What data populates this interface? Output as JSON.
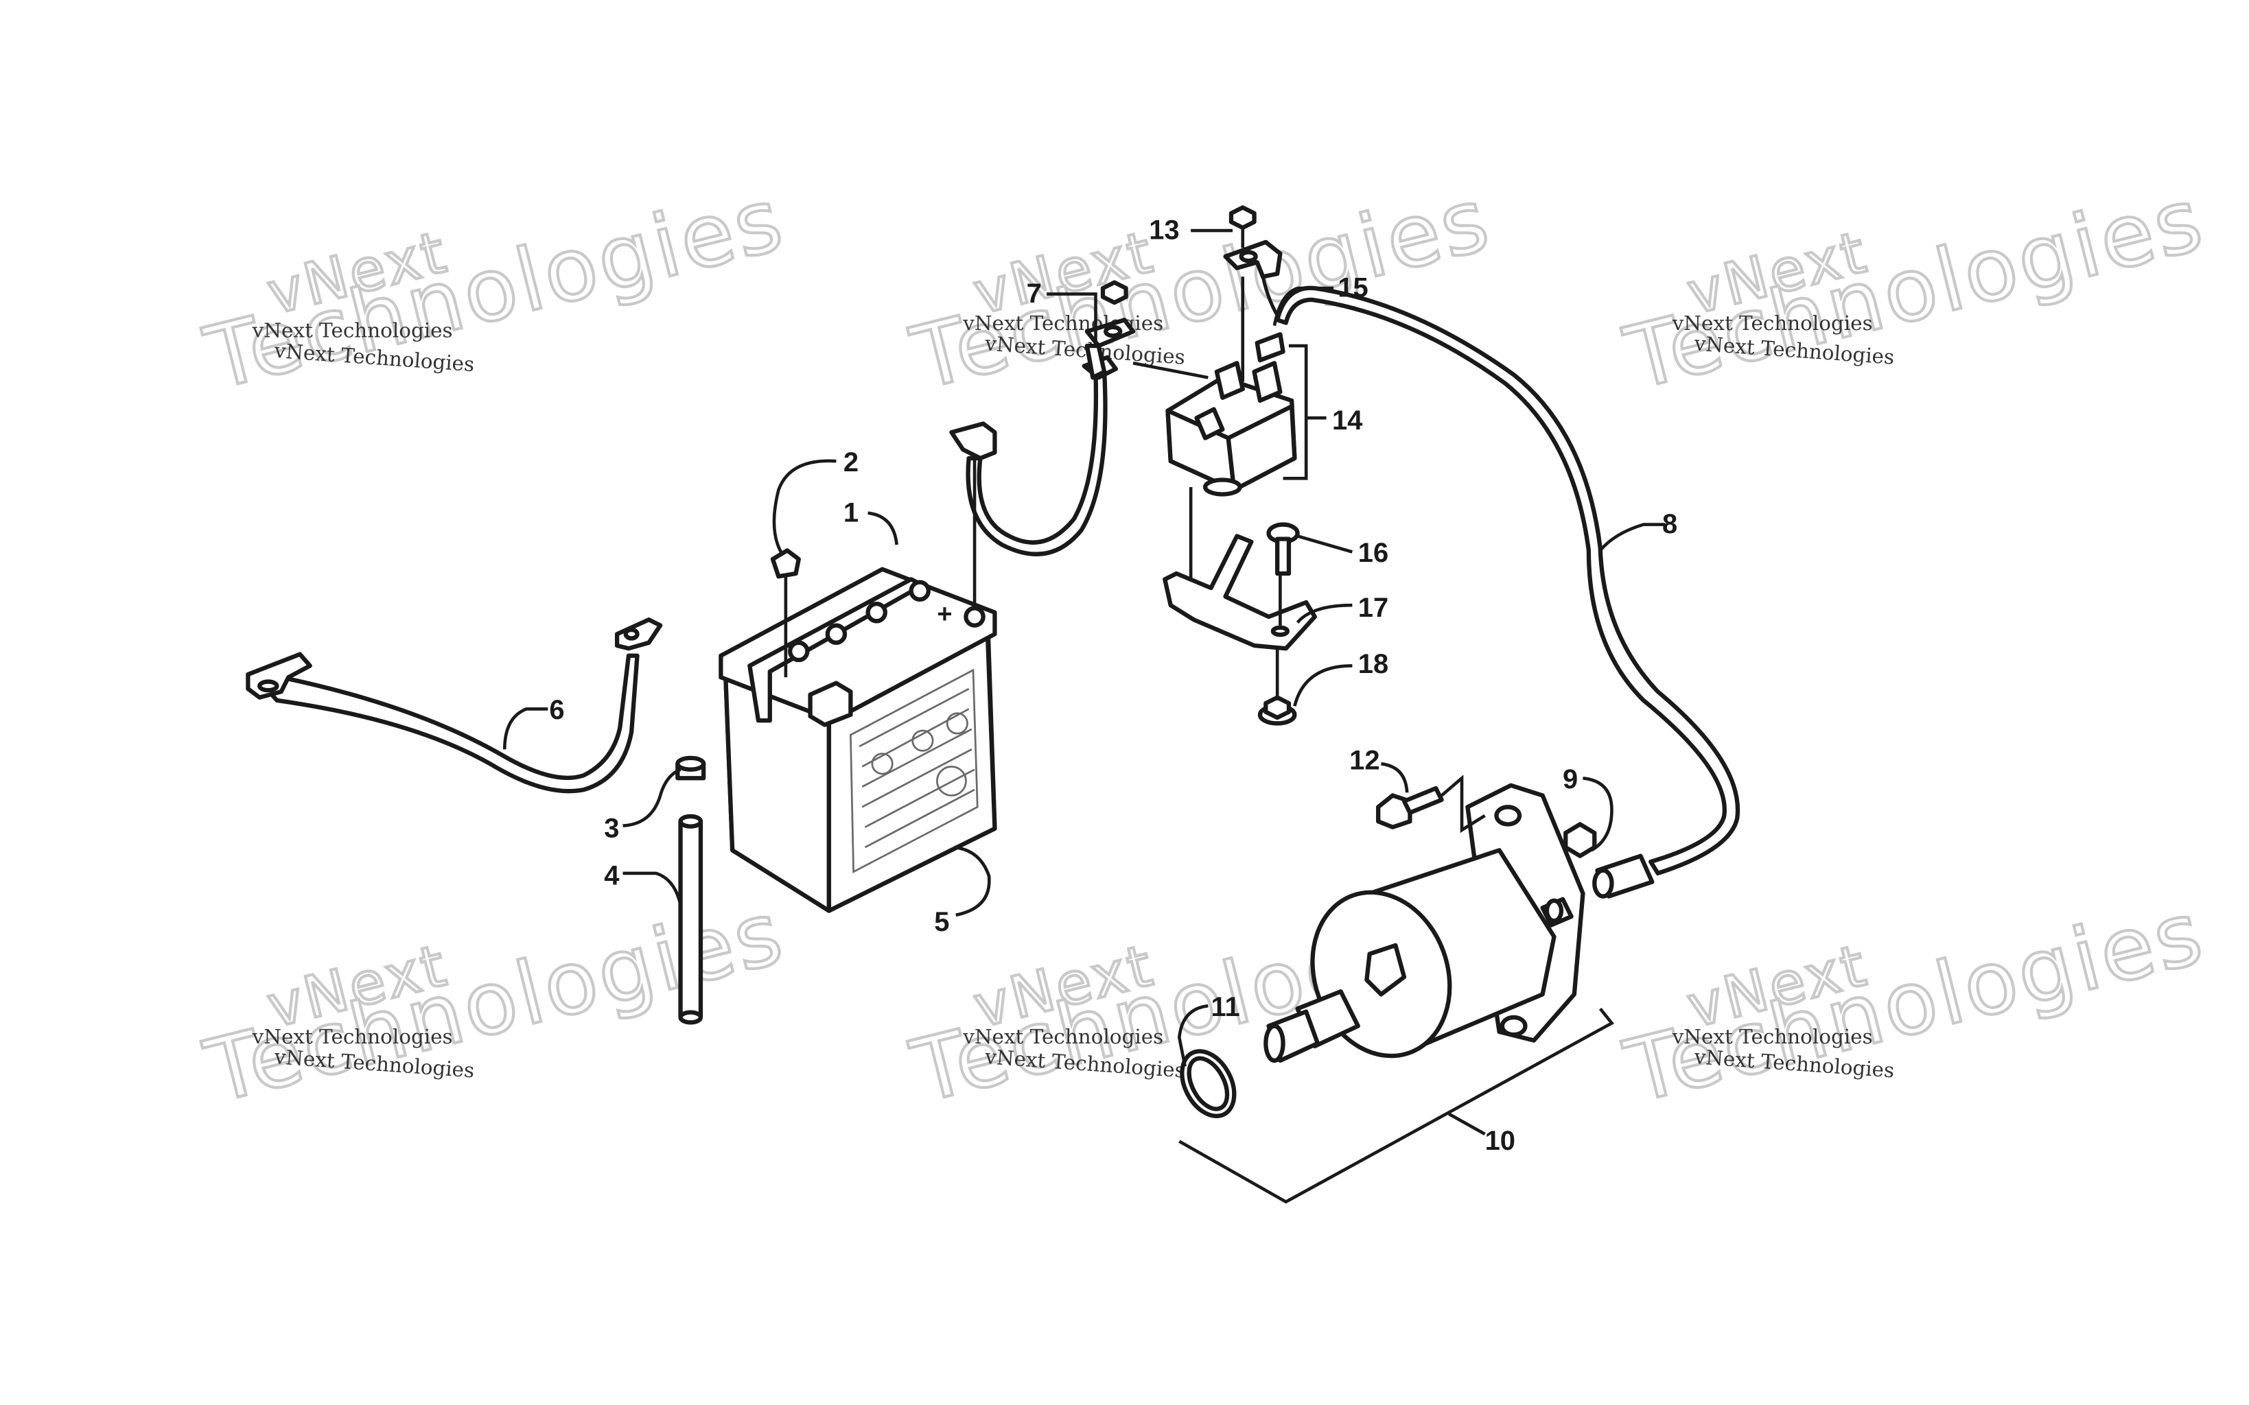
{
  "watermark": {
    "line1": "vNext Technologies",
    "line2a": "vNext",
    "line2b": "Technologies"
  },
  "callouts": {
    "n1": "1",
    "n2": "2",
    "n3": "3",
    "n4": "4",
    "n5": "5",
    "n6": "6",
    "n7": "7",
    "n8": "8",
    "n9": "9",
    "n10": "10",
    "n11": "11",
    "n12": "12",
    "n13": "13",
    "n14": "14",
    "n15": "15",
    "n16": "16",
    "n17": "17",
    "n18": "18"
  },
  "battery": {
    "plus_sign": "+"
  }
}
